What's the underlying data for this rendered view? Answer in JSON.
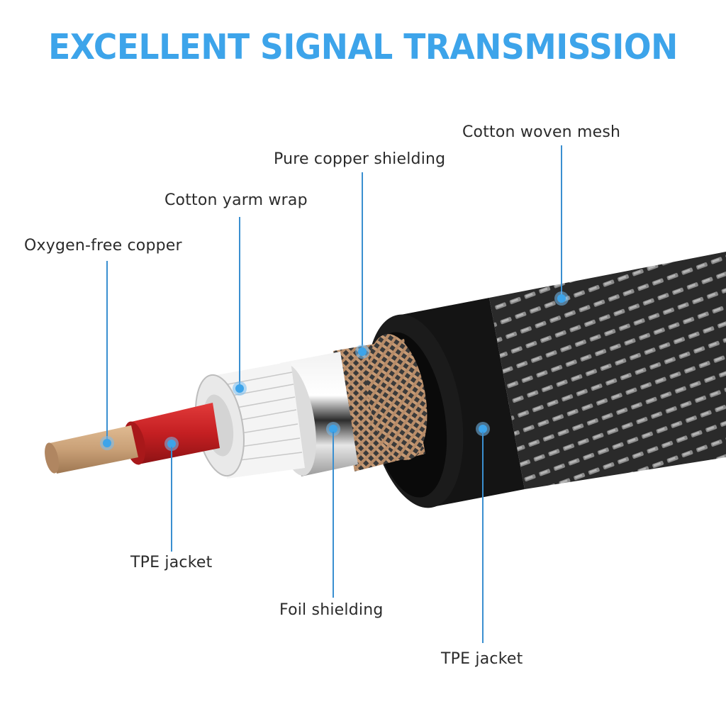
{
  "title": "EXCELLENT SIGNAL TRANSMISSION",
  "colors": {
    "title": "#3da4ea",
    "leader_line": "#3a8fd0",
    "label_text": "#2b2b2b",
    "copper": "#c9a077",
    "red_jacket": "#c41f22",
    "foil": "#d8d8d8",
    "outer_jacket": "#111111"
  },
  "labels": {
    "oxygen_free_copper": "Oxygen-free copper",
    "cotton_yarn_wrap": "Cotton yarm wrap",
    "pure_copper_shielding": "Pure copper shielding",
    "cotton_woven_mesh": "Cotton woven mesh",
    "tpe_jacket_inner": "TPE jacket",
    "foil_shielding": "Foil shielding",
    "tpe_jacket_outer": "TPE jacket"
  }
}
